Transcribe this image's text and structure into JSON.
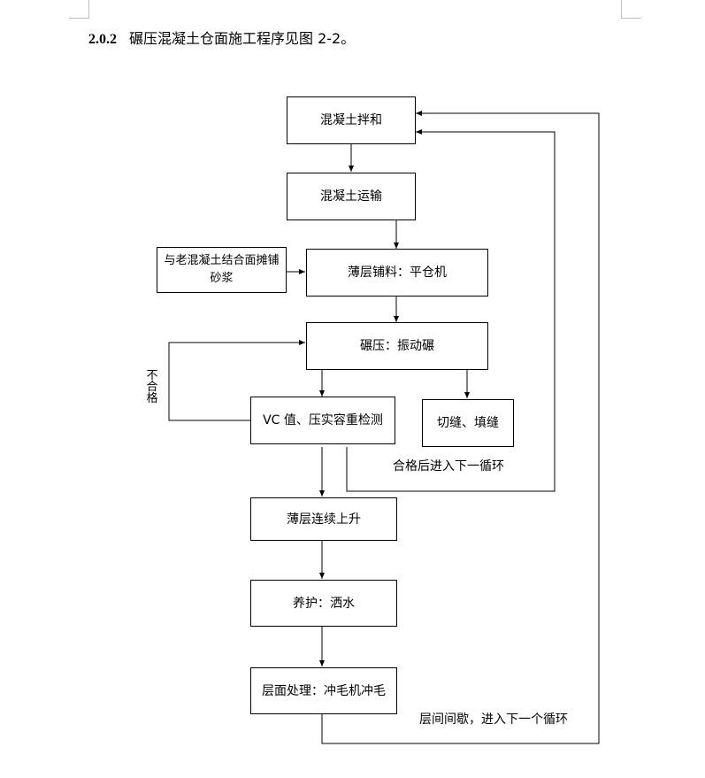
{
  "heading": {
    "number": "2.0.2",
    "text": "碾压混凝土仓面施工程序见图 2-2。"
  },
  "flowchart": {
    "mix": "混凝土拌和",
    "transport": "混凝土运输",
    "mortar": "与老混凝土结合面摊铺砂浆",
    "spread": "薄层铺料：平仓机",
    "compact": "碾压：振动碾",
    "test": "VC 值、压实容重检测",
    "cut": "切缝、填缝",
    "rise": "薄层连续上升",
    "cure": "养护：洒水",
    "surface": "层面处理：冲毛机冲毛",
    "label_fail": "不合格",
    "label_pass_next": "合格后进入下一循环",
    "label_interval_next": "层间间歇，进入下一个循环"
  }
}
